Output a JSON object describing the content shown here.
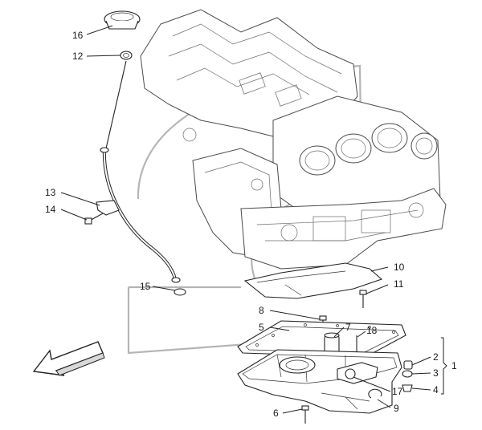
{
  "callouts": {
    "c1": "1",
    "c2": "2",
    "c3": "3",
    "c4": "4",
    "c5": "5",
    "c6": "6",
    "c7": "7",
    "c8": "8",
    "c9": "9",
    "c10": "10",
    "c11": "11",
    "c12": "12",
    "c13": "13",
    "c14": "14",
    "c15": "15",
    "c16": "16",
    "c17": "17",
    "c18": "18"
  },
  "icons": {
    "direction_arrow": "front-direction-arrow-icon",
    "watermark": "trident-watermark"
  },
  "colors": {
    "line": "#222222",
    "watermark": "#b5b5b5",
    "background": "#ffffff"
  }
}
